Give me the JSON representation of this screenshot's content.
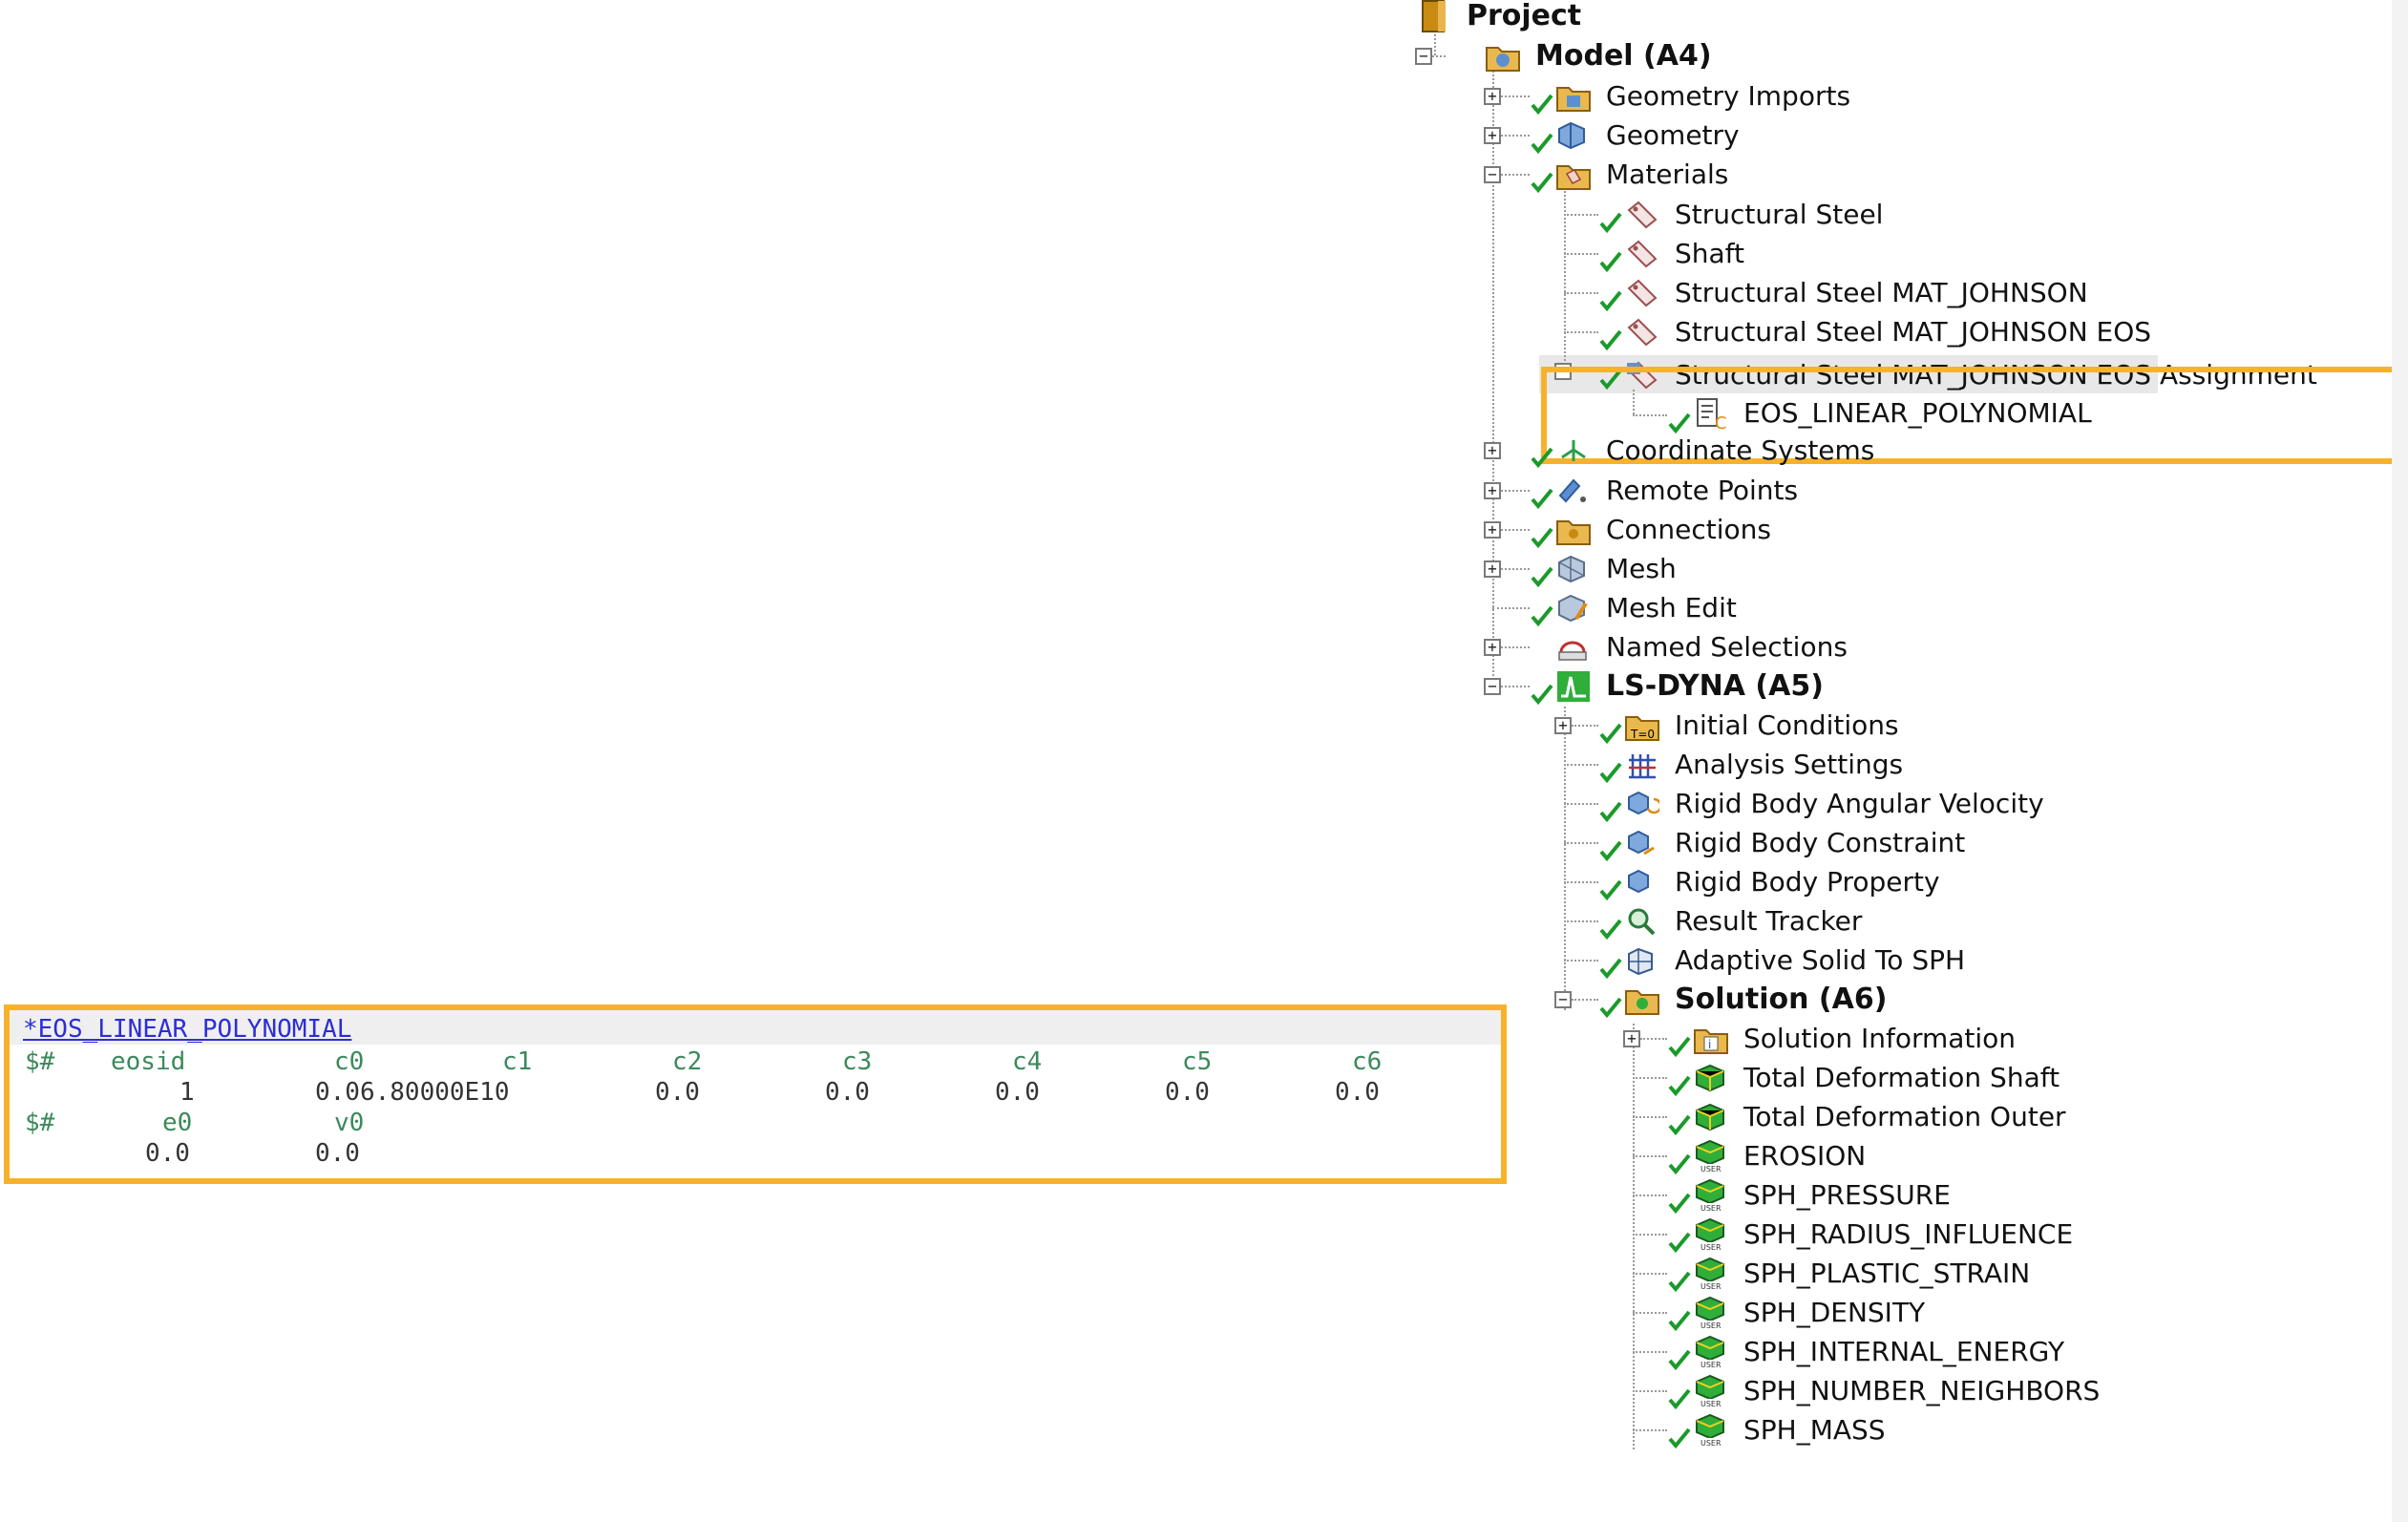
{
  "tree": {
    "project": "Project",
    "model": "Model (A4)",
    "geometry_imports": "Geometry Imports",
    "geometry": "Geometry",
    "materials": "Materials",
    "mat_structural_steel": "Structural Steel",
    "mat_shaft": "Shaft",
    "mat_johnson": "Structural Steel MAT_JOHNSON",
    "mat_johnson_eos": "Structural Steel MAT_JOHNSON EOS",
    "mat_johnson_eos_assign": "Structural Steel MAT_JOHNSON EOS Assignment",
    "eos_linear": "EOS_LINEAR_POLYNOMIAL",
    "coordinate_systems": "Coordinate Systems",
    "remote_points": "Remote Points",
    "connections": "Connections",
    "mesh": "Mesh",
    "mesh_edit": "Mesh Edit",
    "named_selections": "Named Selections",
    "ls_dyna": "LS-DYNA (A5)",
    "initial_conditions": "Initial Conditions",
    "analysis_settings": "Analysis Settings",
    "rigid_body_angular_velocity": "Rigid Body Angular Velocity",
    "rigid_body_constraint": "Rigid Body Constraint",
    "rigid_body_property": "Rigid Body Property",
    "result_tracker": "Result Tracker",
    "adaptive_solid_to_sph": "Adaptive Solid To SPH",
    "solution": "Solution (A6)",
    "solution_information": "Solution Information",
    "total_deformation_shaft": "Total Deformation Shaft",
    "total_deformation_outer": "Total Deformation Outer",
    "erosion": "EROSION",
    "sph_pressure": "SPH_PRESSURE",
    "sph_radius_influence": "SPH_RADIUS_INFLUENCE",
    "sph_plastic_strain": "SPH_PLASTIC_STRAIN",
    "sph_density": "SPH_DENSITY",
    "sph_internal_energy": "SPH_INTERNAL_ENERGY",
    "sph_number_neighbors": "SPH_NUMBER_NEIGHBORS",
    "sph_mass": "SPH_MASS"
  },
  "keyword": {
    "title": "*EOS_LINEAR_POLYNOMIAL",
    "row1_comment": "$#",
    "h_eosid": "eosid",
    "h_c0": "c0",
    "h_c1": "c1",
    "h_c2": "c2",
    "h_c3": "c3",
    "h_c4": "c4",
    "h_c5": "c5",
    "h_c6": "c6",
    "v_eosid": "1",
    "v_c0c1": "0.06.80000E10",
    "v_c2": "0.0",
    "v_c3": "0.0",
    "v_c4": "0.0",
    "v_c5": "0.0",
    "v_c6": "0.0",
    "row2_comment": "$#",
    "h_e0": "e0",
    "h_v0": "v0",
    "v_e0": "0.0",
    "v_v0": "0.0"
  },
  "colors": {
    "highlight": "#f7b22b",
    "check": "#1a9a2a",
    "keyword_title": "#2d2dd6",
    "keyword_comment": "#3b8a5a"
  }
}
